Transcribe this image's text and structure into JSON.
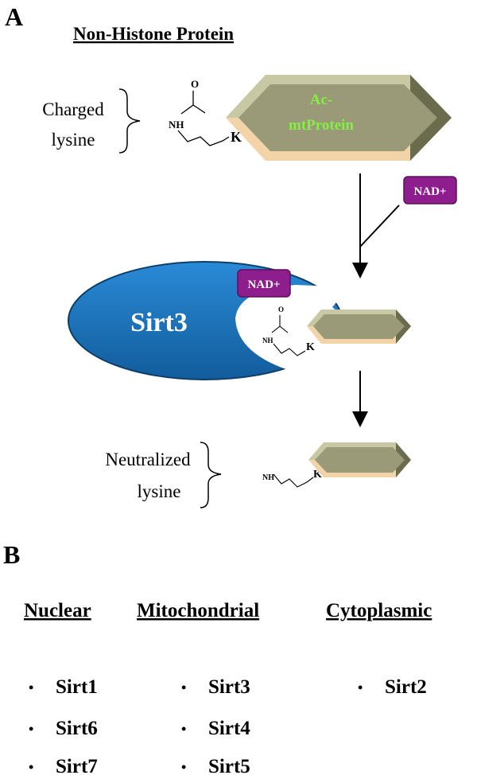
{
  "panel_a": {
    "label": "A",
    "title": "Non-Histone Protein",
    "charged_lysine": {
      "line1": "Charged",
      "line2": "lysine"
    },
    "neutralized_lysine": {
      "line1": "Neutralized",
      "line2": "lysine"
    },
    "protein_label": {
      "line1": "Ac-",
      "line2": "mtProtein"
    },
    "cofactor": "NAD+",
    "enzyme": "Sirt3",
    "atoms": {
      "oxygen": "O",
      "amine": "NH",
      "lysine": "K"
    }
  },
  "panel_b": {
    "label": "B",
    "columns": [
      {
        "header": "Nuclear",
        "items": [
          "Sirt1",
          "Sirt6",
          "Sirt7"
        ]
      },
      {
        "header": "Mitochondrial",
        "items": [
          "Sirt3",
          "Sirt4",
          "Sirt5"
        ]
      },
      {
        "header": "Cytoplasmic",
        "items": [
          "Sirt2"
        ]
      }
    ],
    "bullet": "•"
  },
  "colors": {
    "protein_face": "#9a9a78",
    "protein_bevel_light": "#f3d3a8",
    "protein_bevel_dark": "#6b6b4e",
    "protein_text": "#86ee45",
    "nad_fill": "#8e1d8e",
    "sirt3_fill": "#1976c2",
    "sirt3_stroke": "#0f3e66"
  }
}
